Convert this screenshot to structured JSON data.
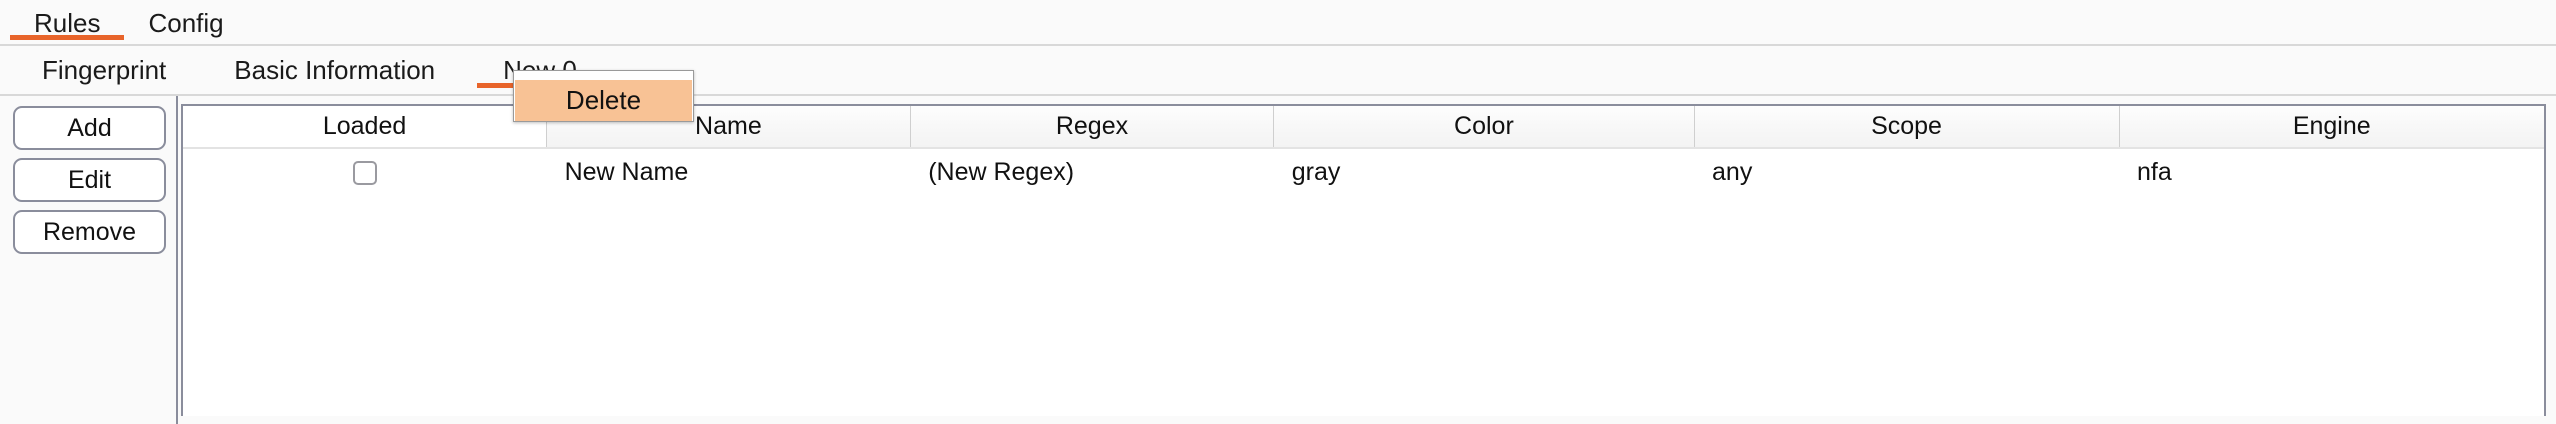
{
  "primary_tabs": [
    {
      "label": "Rules",
      "active": true
    },
    {
      "label": "Config",
      "active": false
    }
  ],
  "secondary_tabs": [
    {
      "label": "Fingerprint",
      "active": false
    },
    {
      "label": "Basic Information",
      "active": false
    },
    {
      "label": "New 0",
      "active": true
    }
  ],
  "context_menu": {
    "delete_label": "Delete"
  },
  "side_actions": {
    "add_label": "Add",
    "edit_label": "Edit",
    "remove_label": "Remove"
  },
  "table": {
    "columns": [
      {
        "label": "Loaded",
        "highlighted": true
      },
      {
        "label": "Name",
        "highlighted": false
      },
      {
        "label": "Regex",
        "highlighted": false
      },
      {
        "label": "Color",
        "highlighted": false
      },
      {
        "label": "Scope",
        "highlighted": false
      },
      {
        "label": "Engine",
        "highlighted": false
      }
    ],
    "rows": [
      {
        "loaded": false,
        "name": "New Name",
        "regex": "(New Regex)",
        "color": "gray",
        "scope": "any",
        "engine": "nfa"
      }
    ]
  },
  "colors": {
    "accent": "#e8642a",
    "menu_highlight": "#f8c295",
    "border": "#8a8d9c",
    "panel_bg": "#fafafa"
  }
}
